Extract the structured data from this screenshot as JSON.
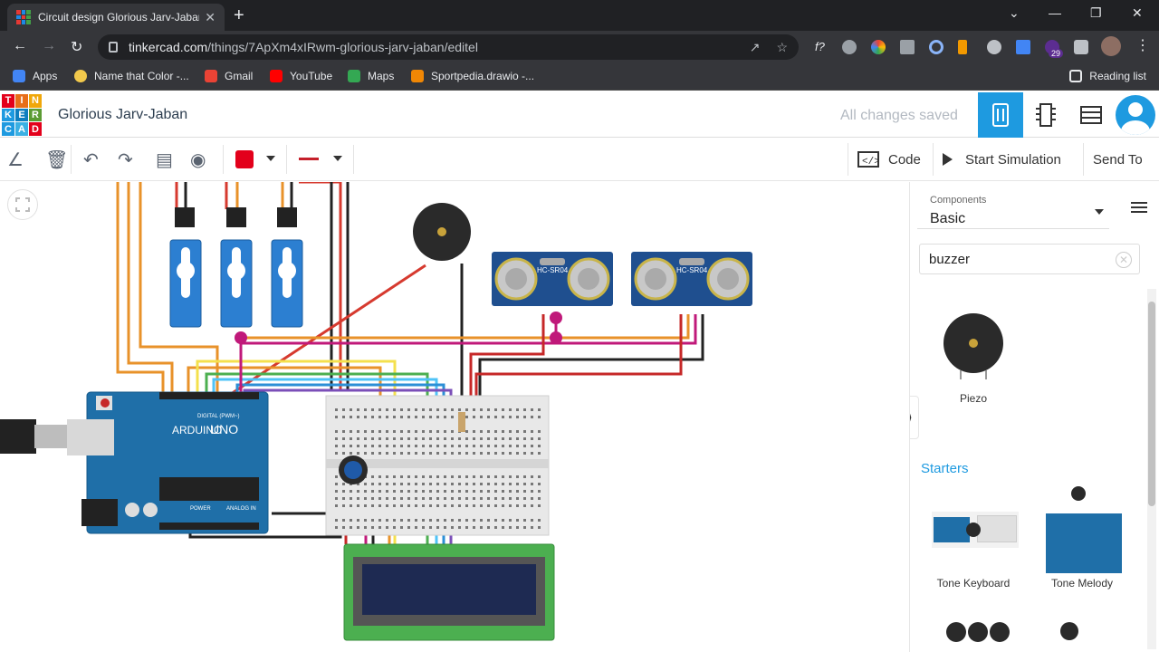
{
  "browser": {
    "tab_title": "Circuit design Glorious Jarv-Jaban",
    "tab_close": "✕",
    "new_tab": "+",
    "url_host": "tinkercad.com",
    "url_path": "/things/7ApXm4xIRwm-glorious-jarv-jaban/editel",
    "window_controls": [
      "⌄",
      "—",
      "❐",
      "✕"
    ],
    "extensions_badge": "29",
    "bookmarks": [
      {
        "label": "Apps",
        "color": "#4285f4"
      },
      {
        "label": "Name that Color -...",
        "color": "#f2c94c"
      },
      {
        "label": "Gmail",
        "color": "#ea4335"
      },
      {
        "label": "YouTube",
        "color": "#ff0000"
      },
      {
        "label": "Maps",
        "color": "#34a853"
      },
      {
        "label": "Sportpedia.drawio -...",
        "color": "#f08705"
      }
    ],
    "reading_list": "Reading list"
  },
  "app": {
    "logo_letters": [
      "T",
      "I",
      "N",
      "K",
      "E",
      "R",
      "C",
      "A",
      "D"
    ],
    "logo_colors": [
      "#e3001b",
      "#e86e1a",
      "#f0a70a",
      "#1e9ae0",
      "#0e7fc0",
      "#5b9b33",
      "#1e9ae0",
      "#3bb0e3",
      "#e3001b"
    ],
    "project_name": "Glorious Jarv-Jaban",
    "save_status": "All changes saved"
  },
  "toolbar": {
    "code_label": "Code",
    "start_sim_label": "Start Simulation",
    "send_to_label": "Send To",
    "wire_color": "#e3001b"
  },
  "panel": {
    "components_label": "Components",
    "components_value": "Basic",
    "search_value": "buzzer",
    "result_piezo": "Piezo",
    "starters_heading": "Starters",
    "starter_cards": [
      "Tone Keyboard",
      "Tone Melody"
    ]
  },
  "circuit": {
    "ultrasonic_label": "HC-SR04",
    "arduino_label": "UNO",
    "arduino_brand": "ARDUINO",
    "digital_label": "DIGITAL (PWM~)",
    "power_label": "POWER",
    "analog_label": "ANALOG IN"
  }
}
